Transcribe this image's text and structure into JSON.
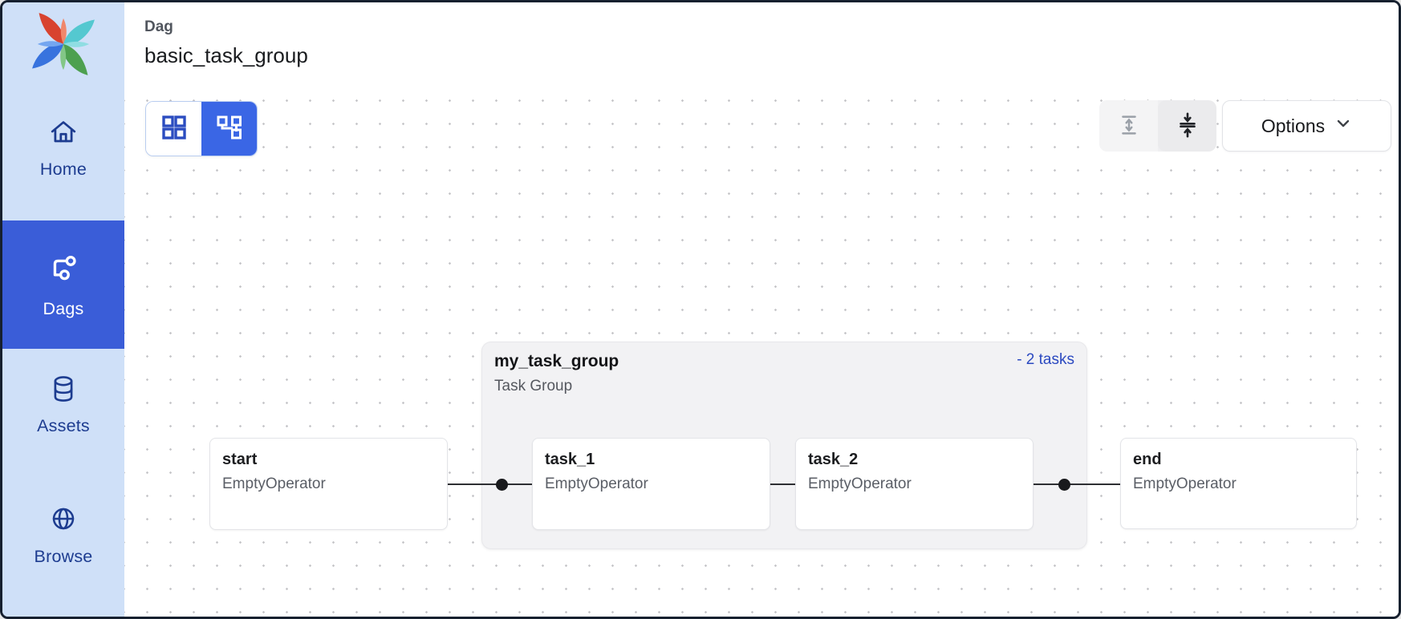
{
  "app": {
    "name": "Airflow"
  },
  "sidebar": {
    "items": [
      {
        "label": "Home",
        "icon": "home-icon",
        "active": false
      },
      {
        "label": "Dags",
        "icon": "dag-icon",
        "active": true
      },
      {
        "label": "Assets",
        "icon": "database-icon",
        "active": false
      },
      {
        "label": "Browse",
        "icon": "globe-icon",
        "active": false
      }
    ]
  },
  "header": {
    "eyebrow": "Dag",
    "title": "basic_task_group"
  },
  "toolbar": {
    "view_modes": [
      {
        "name": "grid-view",
        "icon": "grid-icon",
        "selected": false
      },
      {
        "name": "graph-view",
        "icon": "workflow-icon",
        "selected": true
      }
    ],
    "expand_all_icon": "unfold-vertical-icon",
    "collapse_all_icon": "fold-vertical-icon",
    "options_label": "Options"
  },
  "graph": {
    "task_group": {
      "title": "my_task_group",
      "subtitle": "Task Group",
      "badge": "- 2 tasks"
    },
    "nodes": [
      {
        "id": "start",
        "title": "start",
        "subtitle": "EmptyOperator"
      },
      {
        "id": "task_1",
        "title": "task_1",
        "subtitle": "EmptyOperator"
      },
      {
        "id": "task_2",
        "title": "task_2",
        "subtitle": "EmptyOperator"
      },
      {
        "id": "end",
        "title": "end",
        "subtitle": "EmptyOperator"
      }
    ],
    "edges": [
      {
        "from": "start",
        "to": "task_1"
      },
      {
        "from": "task_1",
        "to": "task_2"
      },
      {
        "from": "task_2",
        "to": "end"
      }
    ]
  },
  "colors": {
    "sidebar_bg": "#cfe0f8",
    "sidebar_text": "#1d3c90",
    "active_item_bg": "#3a5dd8",
    "toggle_selected_bg": "#3a66e5",
    "badge_link_blue": "#2b49c0",
    "task_group_bg": "#f2f2f4",
    "node_border": "#e3e4e8",
    "edge": "#2e2f33",
    "canvas_dot": "#c7c7ca"
  }
}
